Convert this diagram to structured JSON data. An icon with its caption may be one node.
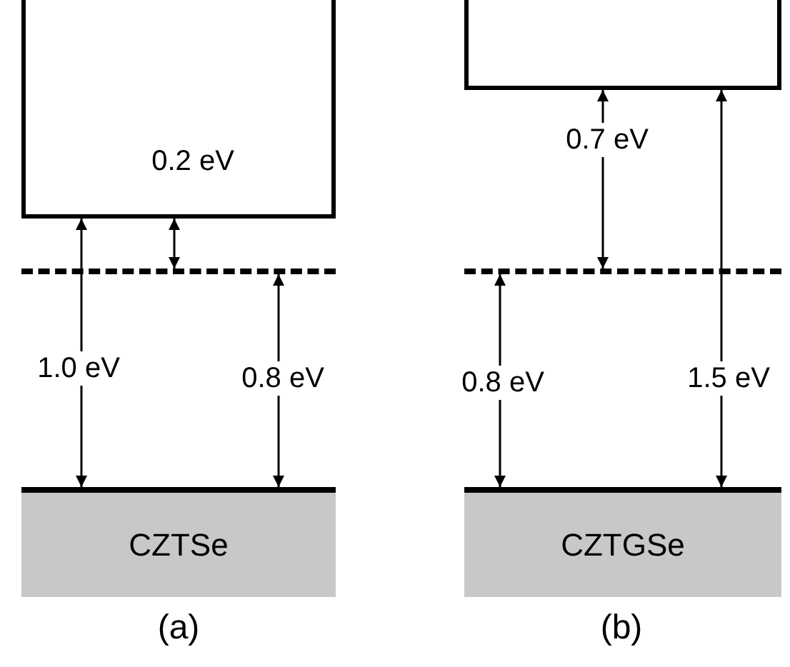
{
  "diagram": {
    "nodes": [
      {
        "text": [],
        "shape": "box"
      },
      {
        "text": [],
        "shape": "bar"
      },
      {
        "text": [
          "CZTSe"
        ]
      },
      {
        "text": [],
        "shape": "box"
      },
      {
        "text": [],
        "shape": "bar"
      },
      {
        "text": [
          "CZTGSe"
        ]
      }
    ],
    "edges": [
      {
        "from": 0,
        "to": 2,
        "arrow": "both",
        "label": "1.0 eV"
      },
      {
        "from": 0,
        "to": 1,
        "arrow": "both",
        "label": "0.2 eV"
      },
      {
        "from": 1,
        "to": 2,
        "arrow": "both",
        "label": "0.8 eV"
      },
      {
        "from": 3,
        "to": 4,
        "arrow": "both",
        "label": "0.7 eV"
      },
      {
        "from": 4,
        "to": 5,
        "arrow": "both",
        "label": "0.8 eV"
      },
      {
        "from": 3,
        "to": 5,
        "arrow": "both",
        "label": "1.5 eV"
      }
    ],
    "labels": [
      "(a)",
      "(b)"
    ]
  }
}
